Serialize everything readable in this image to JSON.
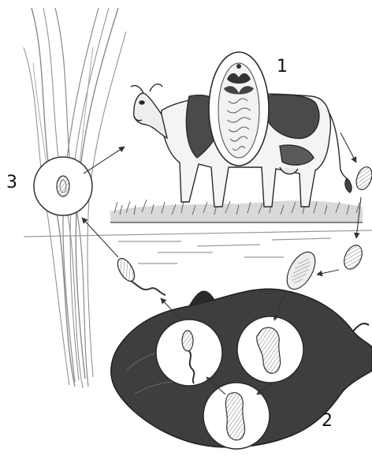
{
  "labels": {
    "stage_1": "1",
    "stage_2": "2",
    "stage_3": "3"
  },
  "colors": {
    "ink": "#2a2a2a",
    "snail_body": "#3e3e3e",
    "snail_shadow": "#1f1f1f",
    "grass": "#6a6a6a",
    "water_line": "#9a9a9a",
    "cow_patch": "#4a4a4a",
    "paper": "#ffffff"
  }
}
